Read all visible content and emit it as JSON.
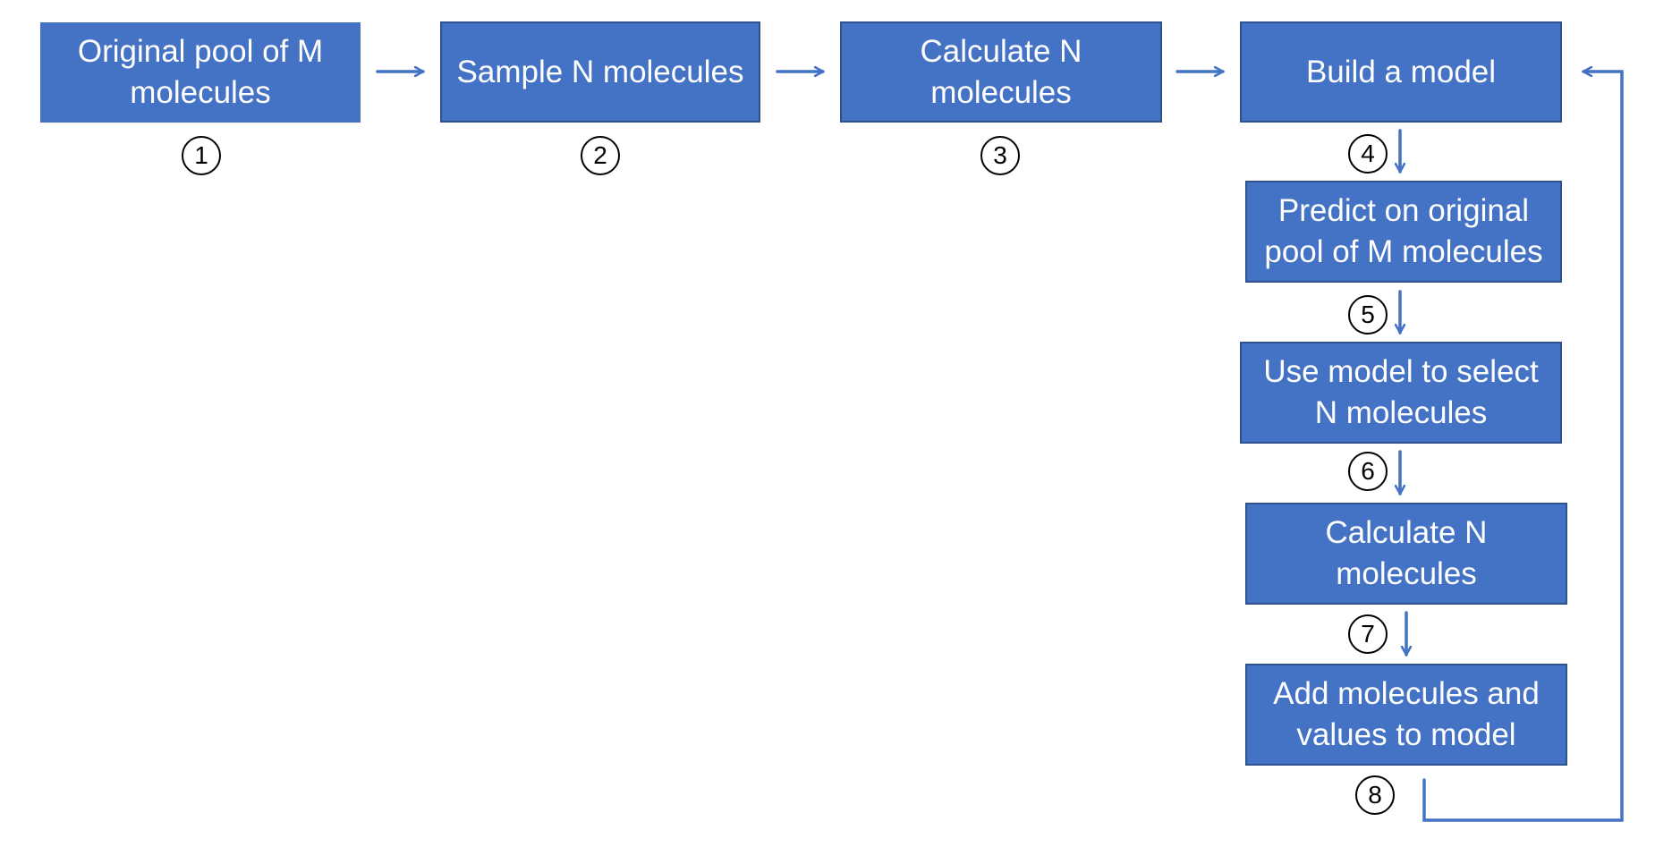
{
  "diagram": {
    "steps": [
      {
        "id": "1",
        "label": "Original pool of M molecules"
      },
      {
        "id": "2",
        "label": "Sample N molecules"
      },
      {
        "id": "3",
        "label": "Calculate N molecules"
      },
      {
        "id": "4",
        "label": "Build a model"
      },
      {
        "id": "5",
        "label": "Predict on original pool of M molecules"
      },
      {
        "id": "6",
        "label": "Use model to select N molecules"
      },
      {
        "id": "7",
        "label": "Calculate N molecules"
      },
      {
        "id": "8",
        "label": "Add molecules and values to model"
      }
    ],
    "markers": [
      "1",
      "2",
      "3",
      "4",
      "5",
      "6",
      "7",
      "8"
    ],
    "colors": {
      "box_fill": "#4472c4",
      "box_border": "#2f528f",
      "box_text": "#ffffff",
      "arrow": "#4472c4"
    }
  }
}
